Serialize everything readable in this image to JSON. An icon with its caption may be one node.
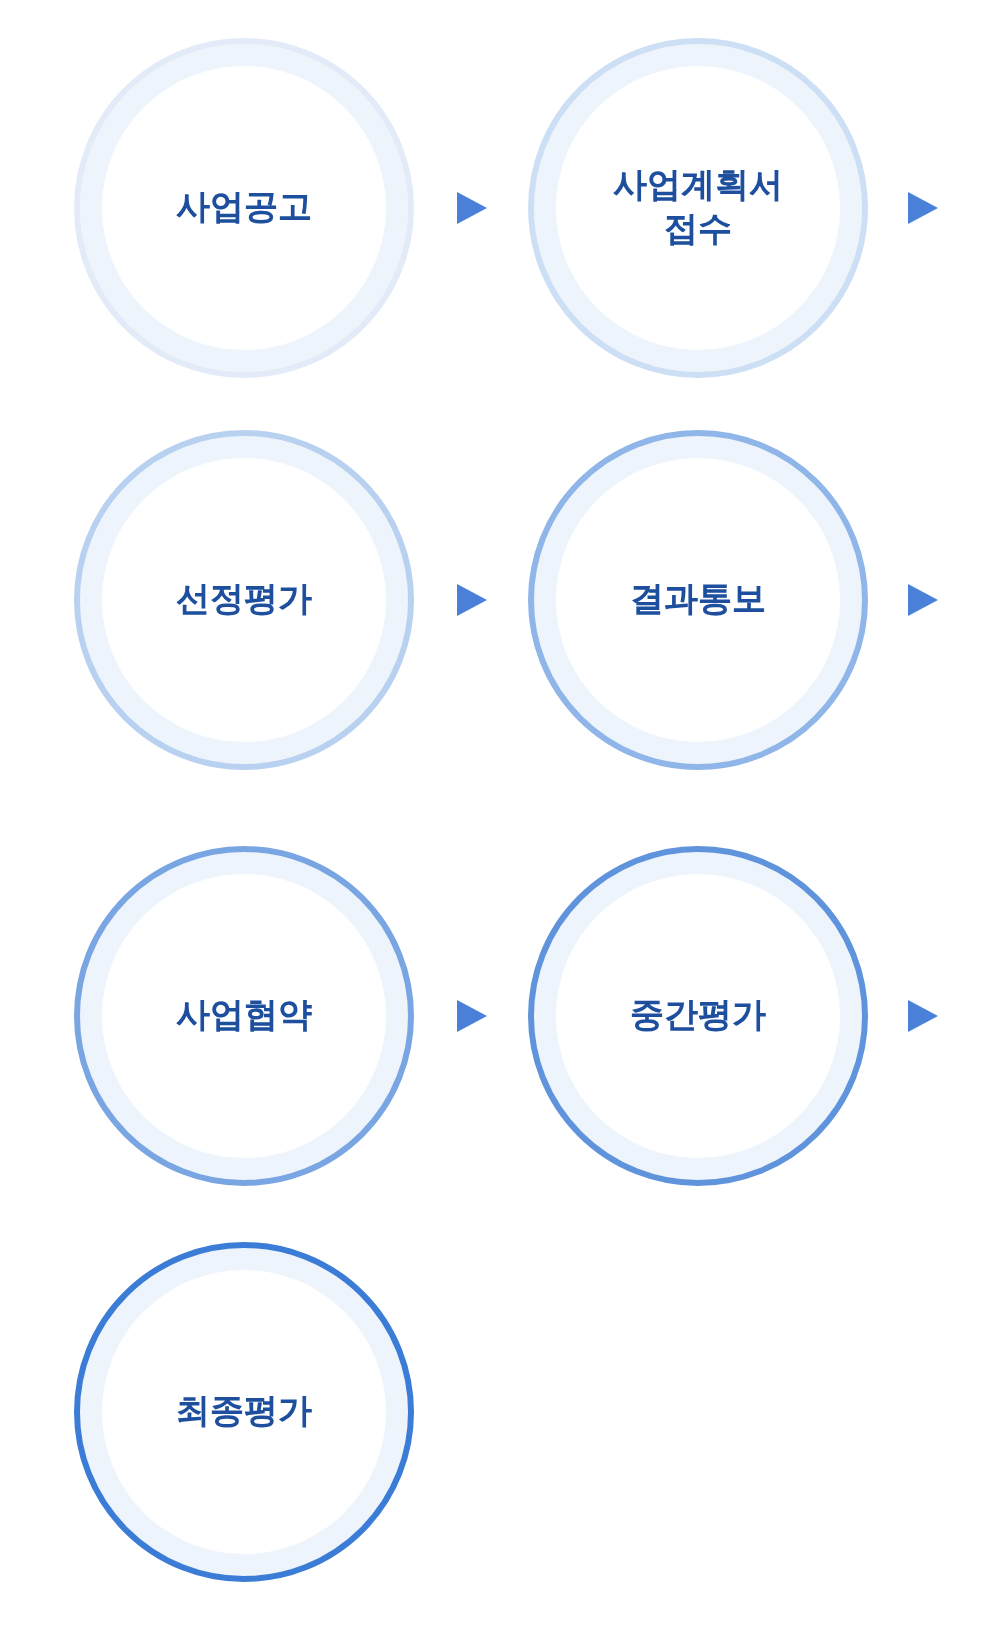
{
  "diagram": {
    "nodes": [
      {
        "text": [
          "사업공고"
        ]
      },
      {
        "text": [
          "사업계획서 접수"
        ]
      },
      {
        "text": [
          "선정평가"
        ]
      },
      {
        "text": [
          "결과통보"
        ]
      },
      {
        "text": [
          "사업협약"
        ]
      },
      {
        "text": [
          "중간평가"
        ]
      },
      {
        "text": [
          "최종평가"
        ]
      }
    ],
    "edges": [
      {
        "from": 0,
        "to": 1,
        "arrow": "to"
      },
      {
        "from": 1,
        "to": null,
        "arrow": "to"
      },
      {
        "from": 2,
        "to": 3,
        "arrow": "to"
      },
      {
        "from": 3,
        "to": null,
        "arrow": "to"
      },
      {
        "from": 4,
        "to": 5,
        "arrow": "to"
      },
      {
        "from": 5,
        "to": null,
        "arrow": "to"
      }
    ]
  }
}
